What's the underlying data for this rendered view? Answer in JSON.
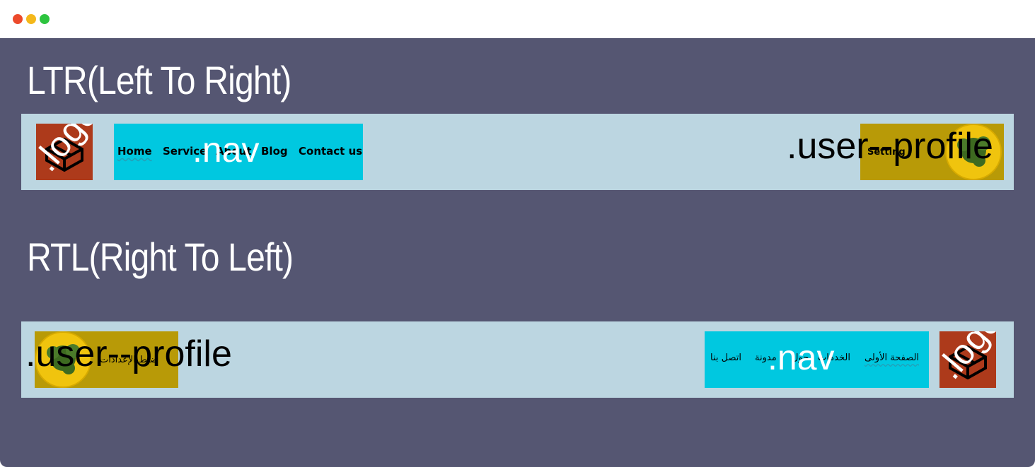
{
  "window": {
    "controls": [
      "close",
      "minimize",
      "maximize"
    ]
  },
  "ltr": {
    "heading": "LTR(Left To Right)",
    "logo_tag": ".logo",
    "nav_tag": ".nav",
    "nav_items": [
      "Home",
      "Service",
      "About",
      "Blog",
      "Contact us"
    ],
    "profile_tag": ".user--profile",
    "profile_label": "Setting"
  },
  "rtl": {
    "heading": "RTL(Right To Left)",
    "logo_tag": ".logo",
    "nav_tag": ".nav",
    "nav_items": [
      "الصفحة الأولى",
      "الخدمات",
      "حول",
      "مدونة",
      "اتصل بنا"
    ],
    "profile_tag": ".user--profile",
    "profile_label": "ضبط الإعدادات"
  },
  "colors": {
    "background": "#555672",
    "bar": "#bcd6e1",
    "logo": "#ad3a1b",
    "nav": "#00c8e0",
    "profile": "#b89a07"
  }
}
